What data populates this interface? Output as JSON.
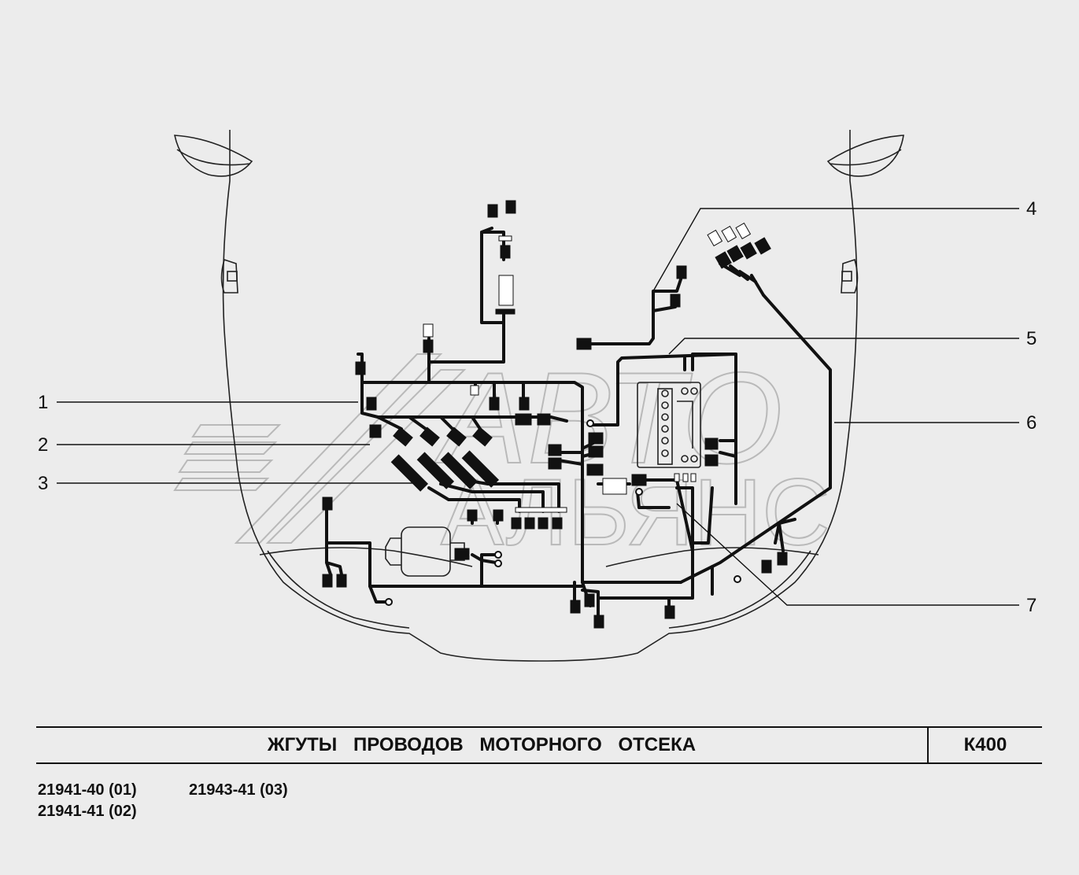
{
  "title": "ЖГУТЫ   ПРОВОДОВ   МОТОРНОГО   ОТСЕКА",
  "code": "К400",
  "models": [
    "21941-40 (01)",
    "21941-41 (02)",
    "21943-41 (03)"
  ],
  "callouts": [
    "1",
    "2",
    "3",
    "4",
    "5",
    "6",
    "7"
  ],
  "watermark": [
    "АВТО",
    "АЛЬЯНС"
  ]
}
